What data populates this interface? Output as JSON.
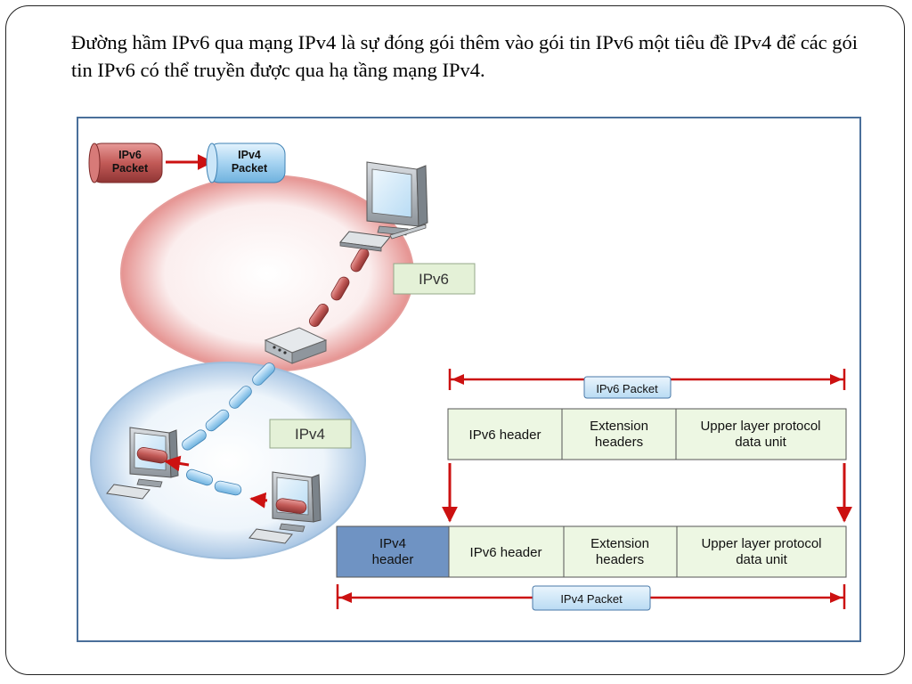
{
  "slide": {
    "text": "Đường hầm IPv6 qua mạng IPv4 là sự đóng gói thêm vào gói tin IPv6 một tiêu đề IPv4 để các gói tin IPv6 có thể truyền được qua hạ tầng mạng IPv4."
  },
  "diagram": {
    "legend": {
      "ipv6_line1": "IPv6",
      "ipv6_line2": "Packet",
      "ipv4_line1": "IPv4",
      "ipv4_line2": "Packet"
    },
    "networks": {
      "ipv6_label": "IPv6",
      "ipv4_label": "IPv4"
    },
    "ipv6_packet": {
      "label": "IPv6 Packet",
      "fields": {
        "ipv6_header": "IPv6  header",
        "extension_line1": "Extension",
        "extension_line2": "headers",
        "upper_line1": "Upper layer protocol",
        "upper_line2": "data unit"
      }
    },
    "ipv4_packet": {
      "label": "IPv4 Packet",
      "fields": {
        "ipv4_line1": "IPv4",
        "ipv4_line2": "header",
        "ipv6_header": "IPv6  header",
        "extension_line1": "Extension",
        "extension_line2": "headers",
        "upper_line1": "Upper layer protocol",
        "upper_line2": "data unit"
      }
    },
    "colors": {
      "ipv6_red": "#b84a48",
      "ipv4_blue": "#8cc3e6",
      "arrow_red": "#cc1111",
      "field_green": "#edf7e3",
      "ipv4_header_blue": "#6f93c3",
      "border_blue": "#4a6f9a"
    }
  }
}
